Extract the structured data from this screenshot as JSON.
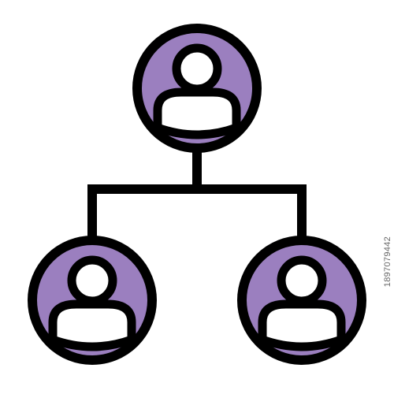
{
  "diagram": {
    "type": "org-hierarchy-icon",
    "nodes": [
      {
        "id": "top",
        "role": "parent",
        "icon": "person-icon"
      },
      {
        "id": "bottom-left",
        "role": "child",
        "icon": "person-icon"
      },
      {
        "id": "bottom-right",
        "role": "child",
        "icon": "person-icon"
      }
    ],
    "edges": [
      {
        "from": "top",
        "to": "bottom-left"
      },
      {
        "from": "top",
        "to": "bottom-right"
      }
    ]
  },
  "colors": {
    "stroke": "#000000",
    "fill": "#9b7fbf",
    "body_fill": "#ffffff",
    "background": "#ffffff"
  },
  "watermark": {
    "id_text": "1897079442"
  }
}
